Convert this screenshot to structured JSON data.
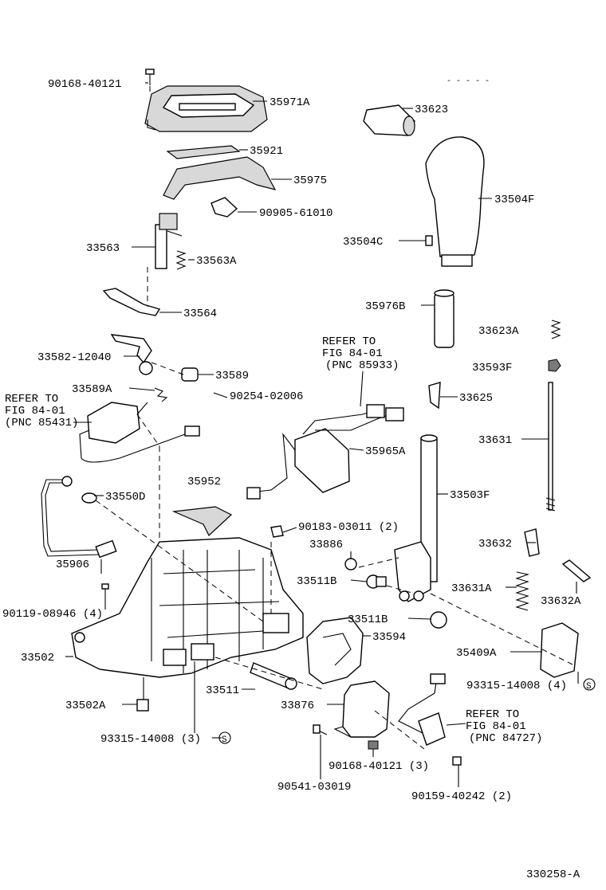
{
  "diagram": {
    "figure_code": "330258-A",
    "top_right_mark": "- - - - -",
    "parts": {
      "p90168_40121": "90168-40121",
      "p35971A": "35971A",
      "p33623": "33623",
      "p35921": "35921",
      "p35975": "35975",
      "p33504F": "33504F",
      "p90905_61010": "90905-61010",
      "p33563": "33563",
      "p33563A": "33563A",
      "p33504C": "33504C",
      "p33564": "33564",
      "p35976B": "35976B",
      "p33623A": "33623A",
      "p33582_12040": "33582-12040",
      "p33589": "33589",
      "p33593F": "33593F",
      "p33589A": "33589A",
      "p90254_02006": "90254-02006",
      "p33625": "33625",
      "p35965A": "35965A",
      "p33631": "33631",
      "p35952": "35952",
      "p33550D": "33550D",
      "p33503F": "33503F",
      "p90183_03011": "90183-03011 (2)",
      "p33886": "33886",
      "p33632": "33632",
      "p35906": "35906",
      "p33511B_a": "33511B",
      "p33631A": "33631A",
      "p33632A": "33632A",
      "p90119_08946": "90119-08946 (4)",
      "p33511B_b": "33511B",
      "p33594": "33594",
      "p35409A": "35409A",
      "p33502": "33502",
      "p93315_14008_4": "93315-14008 (4)",
      "p33511": "33511",
      "p33876": "33876",
      "p33502A": "33502A",
      "p93315_14008_3": "93315-14008 (3)",
      "p90168_40121_3": "90168-40121 (3)",
      "p90541_03019": "90541-03019",
      "p90159_40242": "90159-40242 (2)"
    },
    "refs": {
      "ref1": [
        "REFER TO",
        "FIG 84-01",
        "(PNC 85933)"
      ],
      "ref2": [
        "REFER TO",
        "FIG 84-01",
        "(PNC 85431)"
      ],
      "ref3": [
        "REFER TO",
        "FIG 84-01",
        "(PNC 84727)"
      ]
    },
    "symbol_s": "S"
  }
}
